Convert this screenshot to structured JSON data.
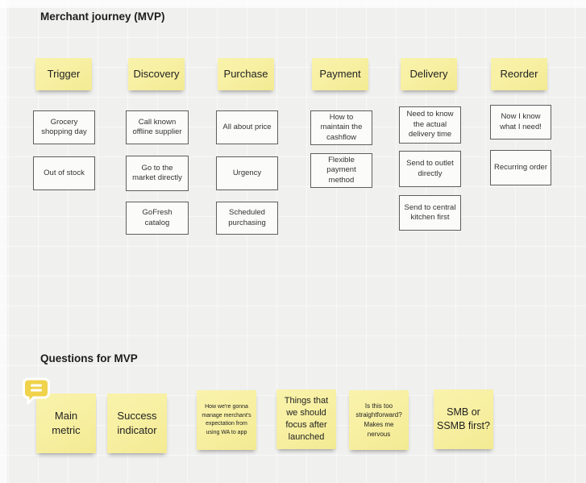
{
  "board": {
    "title": "Merchant journey (MVP)",
    "questions_title": "Questions for MVP"
  },
  "journey": {
    "columns": [
      {
        "header": "Trigger",
        "cards": [
          "Grocery shopping day",
          "Out of stock"
        ]
      },
      {
        "header": "Discovery",
        "cards": [
          "Call known offline supplier",
          "Go to the market directly",
          "GoFresh catalog"
        ]
      },
      {
        "header": "Purchase",
        "cards": [
          "All about price",
          "Urgency",
          "Scheduled purchasing"
        ]
      },
      {
        "header": "Payment",
        "cards": [
          "How to maintain the cashflow",
          "Flexible payment method"
        ]
      },
      {
        "header": "Delivery",
        "cards": [
          "Need to know the actual delivery time",
          "Send to outlet directly",
          "Send to central kitchen first"
        ]
      },
      {
        "header": "Reorder",
        "cards": [
          "Now I know what I need!",
          "Recurring order"
        ]
      }
    ]
  },
  "questions": {
    "notes": [
      "Main metric",
      "Success indicator",
      "How we're gonna manage merchant's expectation from using WA to app",
      "Things that we should focus after launched",
      "Is this too straightforward? Makes me nervous",
      "SMB or SSMB first?"
    ]
  },
  "icons": {
    "comment": "comment-bubble-icon"
  },
  "colors": {
    "canvas_background": "#f0f0ef",
    "sticky_yellow": "#f7efa0",
    "comment_bubble_yellow": "#f0d24b",
    "card_border": "#5e5e5e",
    "text": "#222222"
  }
}
